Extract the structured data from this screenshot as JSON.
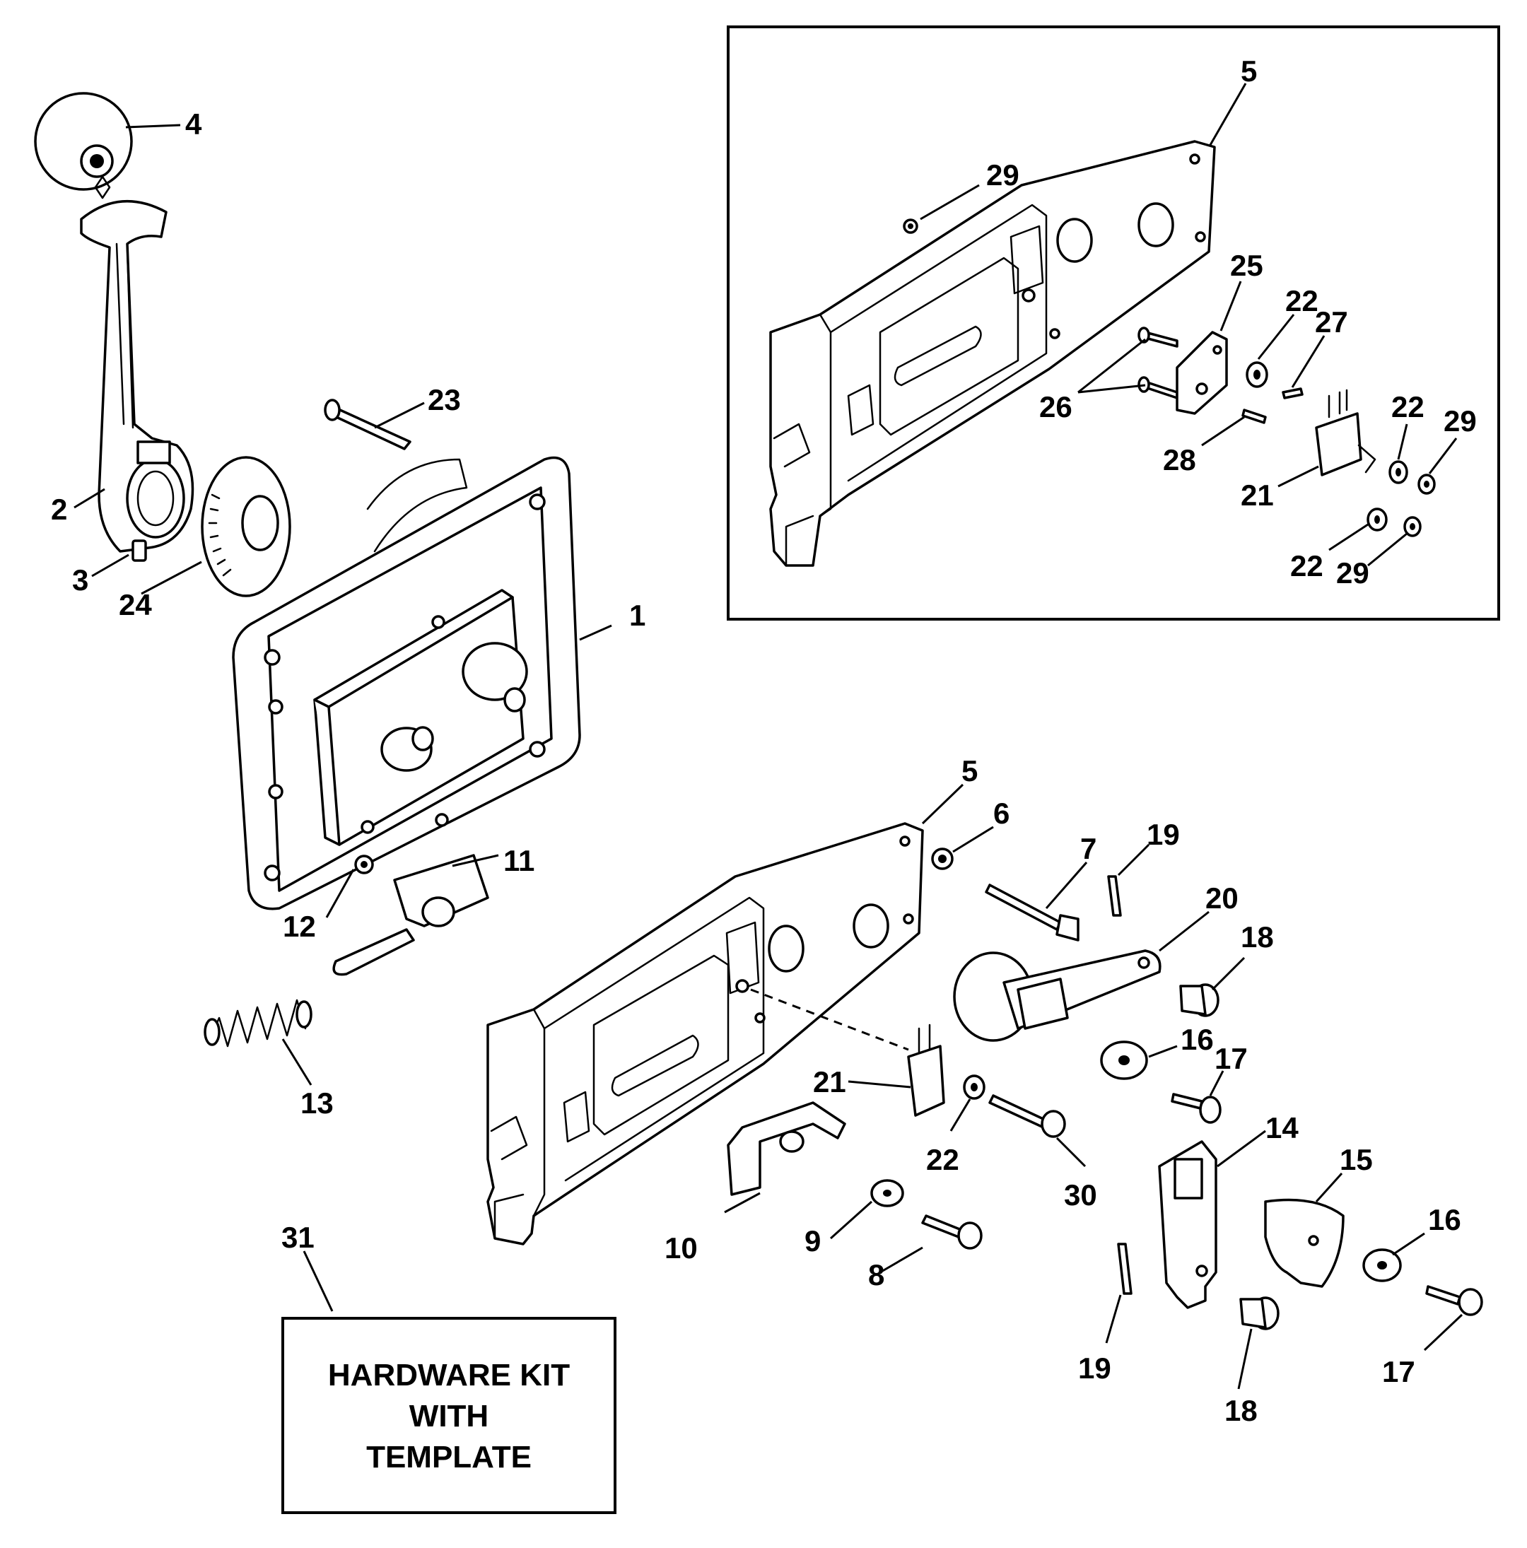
{
  "callouts": {
    "c1": "1",
    "c2": "2",
    "c3": "3",
    "c4": "4",
    "c5_inset": "5",
    "c5_main": "5",
    "c6": "6",
    "c7": "7",
    "c8": "8",
    "c9": "9",
    "c10": "10",
    "c11": "11",
    "c12": "12",
    "c13": "13",
    "c14": "14",
    "c15": "15",
    "c16_a": "16",
    "c16_b": "16",
    "c17_a": "17",
    "c17_b": "17",
    "c18_a": "18",
    "c18_b": "18",
    "c19_a": "19",
    "c19_b": "19",
    "c20": "20",
    "c21_inset": "21",
    "c21_main": "21",
    "c22_inset_a": "22",
    "c22_inset_b": "22",
    "c22_inset_c": "22",
    "c22_main": "22",
    "c23": "23",
    "c24": "24",
    "c25": "25",
    "c26": "26",
    "c27": "27",
    "c28": "28",
    "c29_inset_a": "29",
    "c29_inset_b": "29",
    "c29_inset_c": "29",
    "c30": "30",
    "c31": "31"
  },
  "hardware_kit": {
    "line1": "HARDWARE KIT",
    "line2": "WITH",
    "line3": "TEMPLATE"
  }
}
